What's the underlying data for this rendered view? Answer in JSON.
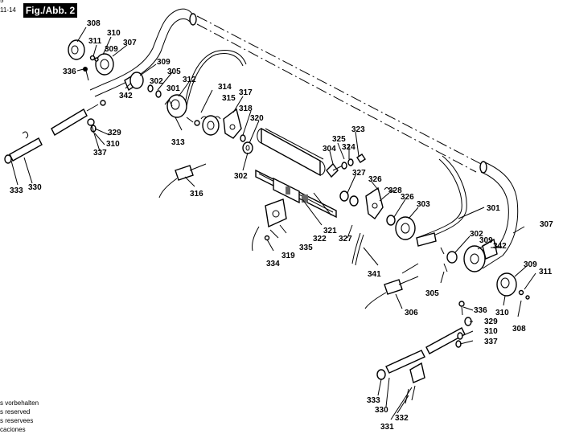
{
  "header": {
    "stub": "5",
    "code": "11-14",
    "figure": "Fig./Abb. 2"
  },
  "disclaimer": [
    "s vorbehalten",
    "s reserved",
    "s reservees",
    "caciones"
  ],
  "parts": [
    "301",
    "302",
    "303",
    "304",
    "305",
    "306",
    "307",
    "308",
    "309",
    "310",
    "311",
    "312",
    "313",
    "314",
    "315",
    "316",
    "317",
    "318",
    "319",
    "320",
    "321",
    "322",
    "323",
    "324",
    "325",
    "326",
    "327",
    "328",
    "329",
    "330",
    "331",
    "332",
    "333",
    "334",
    "335",
    "336",
    "337",
    "341",
    "342"
  ]
}
